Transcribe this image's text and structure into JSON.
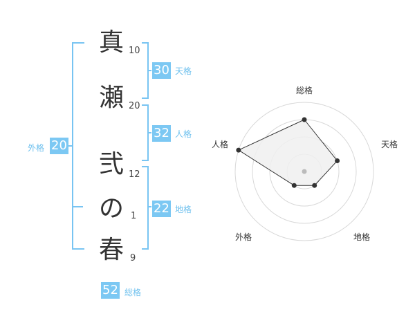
{
  "name": {
    "characters": [
      {
        "char": "真",
        "strokes": "10"
      },
      {
        "char": "瀬",
        "strokes": "20"
      },
      {
        "char": "弐",
        "strokes": "12"
      },
      {
        "char": "の",
        "strokes": "1"
      },
      {
        "char": "春",
        "strokes": "9"
      }
    ]
  },
  "kakusu": {
    "tenkaku": {
      "value": "30",
      "label": "天格"
    },
    "jinkaku": {
      "value": "32",
      "label": "人格"
    },
    "chikaku": {
      "value": "22",
      "label": "地格"
    },
    "gaikaku": {
      "value": "20",
      "label": "外格"
    },
    "soukaku": {
      "value": "52",
      "label": "総格"
    }
  },
  "radar": {
    "axes": [
      "総格",
      "天格",
      "地格",
      "外格",
      "人格"
    ],
    "rings": 4,
    "values": [
      3,
      2,
      1,
      1,
      4
    ],
    "max": 4,
    "colors": {
      "fill": "#f0f0f0",
      "line": "#333333",
      "grid": "#d8d8d8",
      "point": "#333333",
      "center": "#bbbbbb"
    }
  },
  "colors": {
    "accent": "#7cc8f3",
    "bracket": "#78c4f2"
  }
}
